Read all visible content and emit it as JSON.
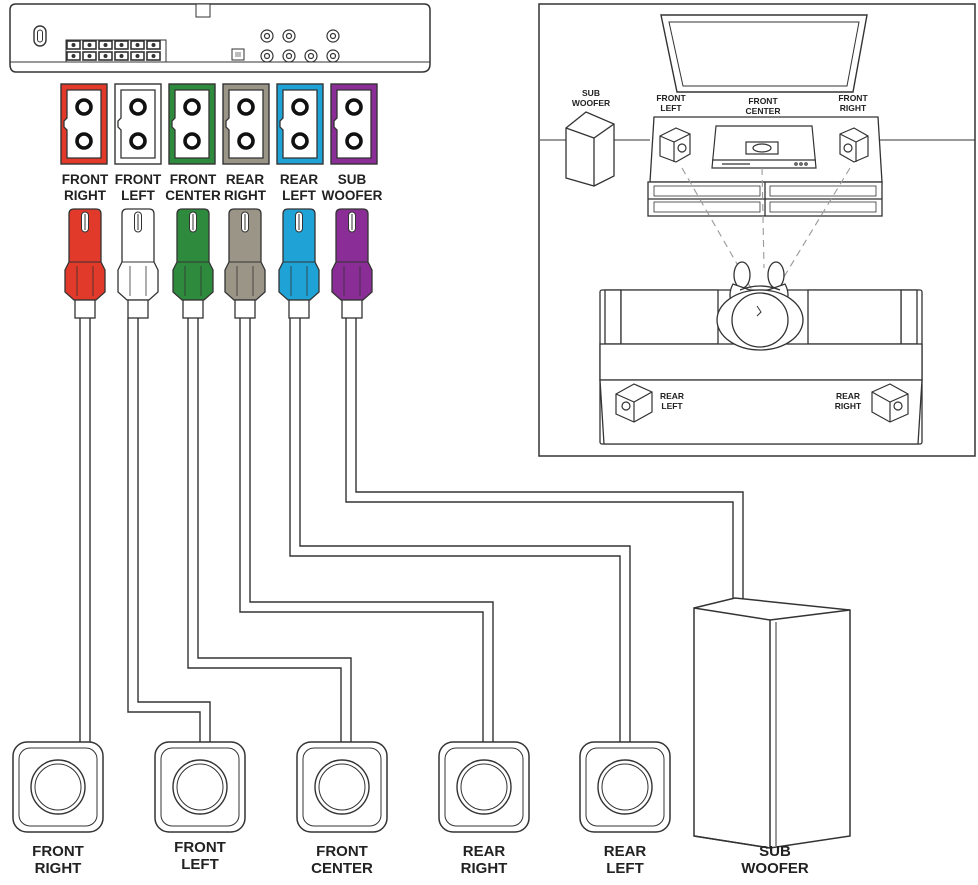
{
  "connector_labels": [
    {
      "line1": "FRONT",
      "line2": "RIGHT"
    },
    {
      "line1": "FRONT",
      "line2": "LEFT"
    },
    {
      "line1": "FRONT",
      "line2": "CENTER"
    },
    {
      "line1": "REAR",
      "line2": "RIGHT"
    },
    {
      "line1": "REAR",
      "line2": "LEFT"
    },
    {
      "line1": "SUB",
      "line2": "WOOFER"
    }
  ],
  "connector_colors": [
    "#e23a2a",
    "#ffffff",
    "#2e8b3e",
    "#9a9587",
    "#1fa3d6",
    "#8a2d97"
  ],
  "speaker_labels": [
    {
      "line1": "FRONT",
      "line2": "RIGHT"
    },
    {
      "line1": "FRONT",
      "line2": "LEFT"
    },
    {
      "line1": "FRONT",
      "line2": "CENTER"
    },
    {
      "line1": "REAR",
      "line2": "RIGHT"
    },
    {
      "line1": "REAR",
      "line2": "LEFT"
    },
    {
      "line1": "SUB",
      "line2": "WOOFER"
    }
  ],
  "room_labels": {
    "sub_woofer": {
      "line1": "SUB",
      "line2": "WOOFER"
    },
    "front_left": {
      "line1": "FRONT",
      "line2": "LEFT"
    },
    "front_center": {
      "line1": "FRONT",
      "line2": "CENTER"
    },
    "front_right": {
      "line1": "FRONT",
      "line2": "RIGHT"
    },
    "rear_left": {
      "line1": "REAR",
      "line2": "LEFT"
    },
    "rear_right": {
      "line1": "REAR",
      "line2": "RIGHT"
    }
  }
}
